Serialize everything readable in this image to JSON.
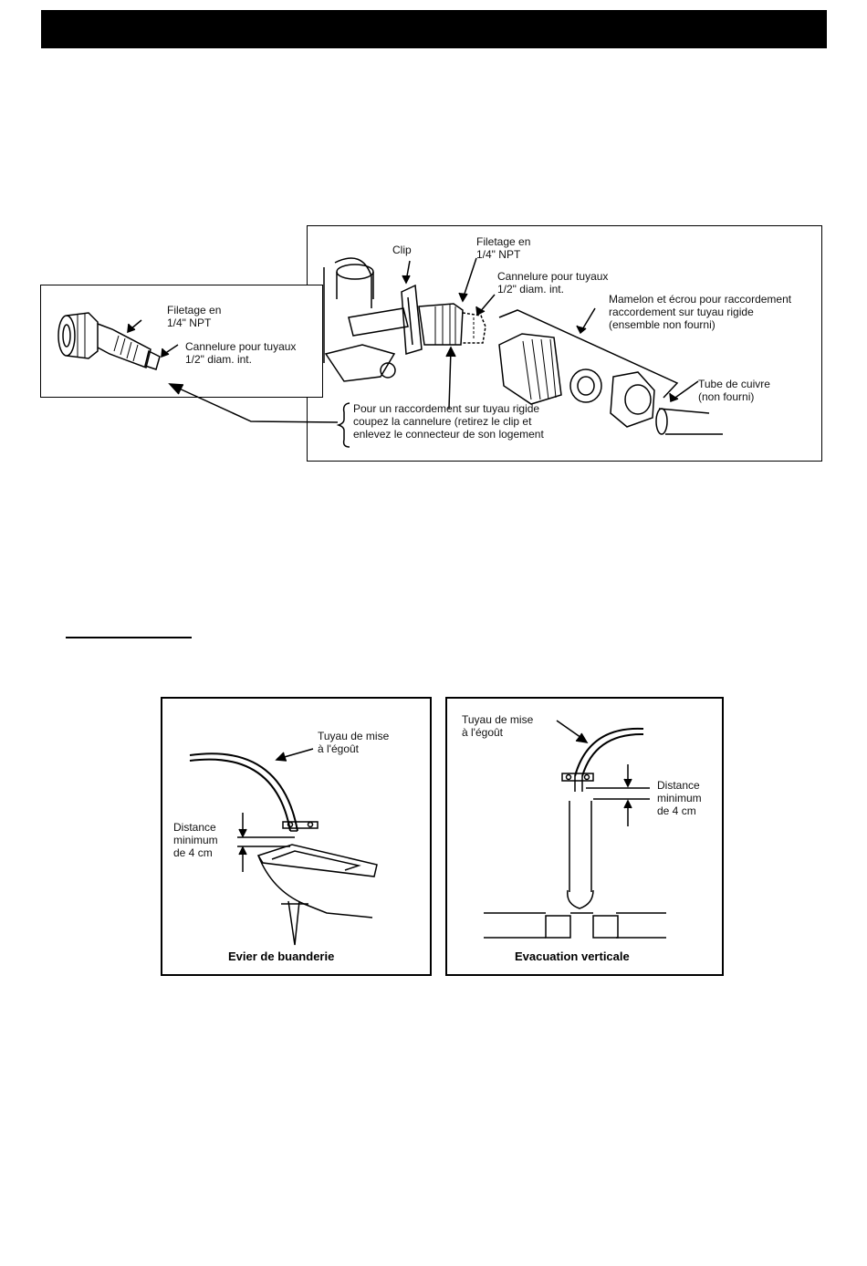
{
  "fitting_figure": {
    "inset_labels": {
      "filetage": "Filetage en\n1/4\" NPT",
      "cannelure": "Cannelure pour tuyaux\n1/2\" diam. int."
    },
    "main_labels": {
      "clip": "Clip",
      "filetage": "Filetage en\n1/4\" NPT",
      "cannelure": "Cannelure pour tuyaux\n1/2\" diam. int.",
      "mamelon": "Mamelon et écrou pour raccordement\nraccordement sur tuyau rigide\n(ensemble non fourni)",
      "tube": "Tube de cuivre\n(non fourni)",
      "note": "Pour un raccordement sur tuyau rigide\ncoupez la cannelure (retirez le clip et\nenlevez le connecteur de son logement"
    }
  },
  "drain_figures": {
    "sink": {
      "hose_label": "Tuyau de mise\nà l'égoût",
      "distance_label": "Distance\nminimum\nde 4 cm",
      "caption": "Evier de buanderie"
    },
    "standpipe": {
      "hose_label": "Tuyau de mise\nà l'égoût",
      "distance_label": "Distance\nminimum\nde 4 cm",
      "caption": "Evacuation verticale"
    }
  }
}
